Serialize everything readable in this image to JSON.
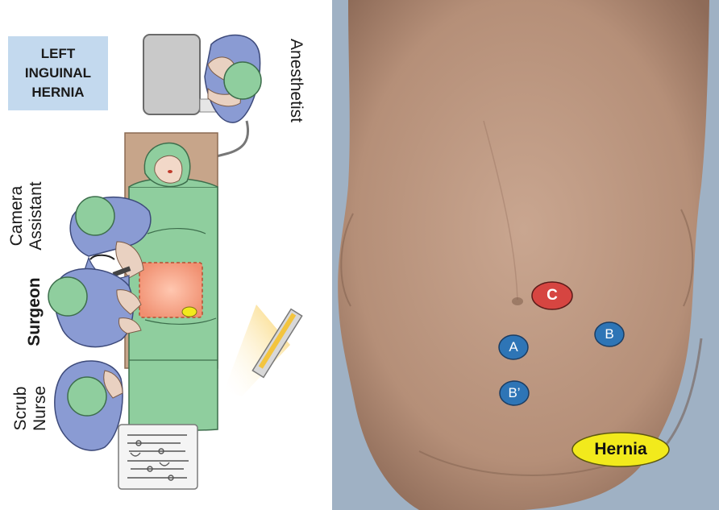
{
  "left_panel": {
    "title_lines": [
      "LEFT",
      "INGUINAL",
      "HERNIA"
    ],
    "roles": {
      "anesthetist": "Anesthetist",
      "camera_assistant_line1": "Camera",
      "camera_assistant_line2": "Assistant",
      "surgeon": "Surgeon",
      "scrub_nurse_line1": "Scrub",
      "scrub_nurse_line2": "Nurse"
    }
  },
  "right_panel": {
    "ports": {
      "c": "C",
      "a": "A",
      "b": "B",
      "b_prime": "B’"
    },
    "hernia_label": "Hernia"
  },
  "colors": {
    "port_camera": "#d64541",
    "port_working": "#2e75b6",
    "hernia_marker": "#f2ea1c",
    "label_box": "#c3d9ee",
    "drape": "#8fce9e",
    "gown": "#8a9bd3",
    "skin": "#c09a83"
  }
}
